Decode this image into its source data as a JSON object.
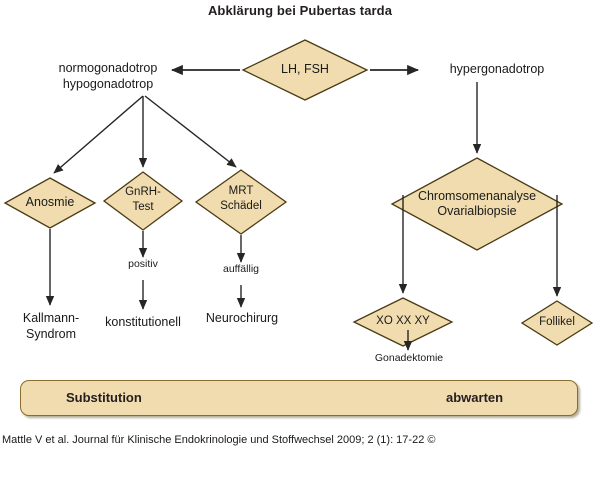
{
  "title": "Abklärung bei Pubertas tarda",
  "colors": {
    "node_fill": "#f0dcaf",
    "node_stroke": "#4a3a12",
    "bar_fill": "#f0dcaf",
    "bar_stroke": "#8a6d2f",
    "text": "#1a1a1a",
    "arrow": "#262626",
    "background": "#ffffff"
  },
  "nodes": {
    "lh_fsh": "LH, FSH",
    "anosmie": "Anosmie",
    "gnrh_line1": "GnRH-",
    "gnrh_line2": "Test",
    "mrt_line1": "MRT",
    "mrt_line2": "Schädel",
    "chromo_line1": "Chromsomenanalyse",
    "chromo_line2": "Ovarialbiopsie",
    "karyotype": "XO XX XY",
    "follikel": "Follikel"
  },
  "labels": {
    "normo_line1": "normogonadotrop",
    "normo_line2": "hypogonadotrop",
    "hyper": "hypergonadotrop",
    "positiv": "positiv",
    "auffaellig": "auffällig",
    "kallmann_line1": "Kallmann-",
    "kallmann_line2": "Syndrom",
    "konstitutionell": "konstitutionell",
    "neurochirurg": "Neurochirurg",
    "gonadektomie": "Gonadektomie"
  },
  "bottom_bar": {
    "left_label": "Substitution",
    "right_label": "abwarten"
  },
  "citation": "Mattle V et al. Journal für Klinische Endokrinologie und Stoffwechsel 2009; 2 (1): 17-22 ©"
}
